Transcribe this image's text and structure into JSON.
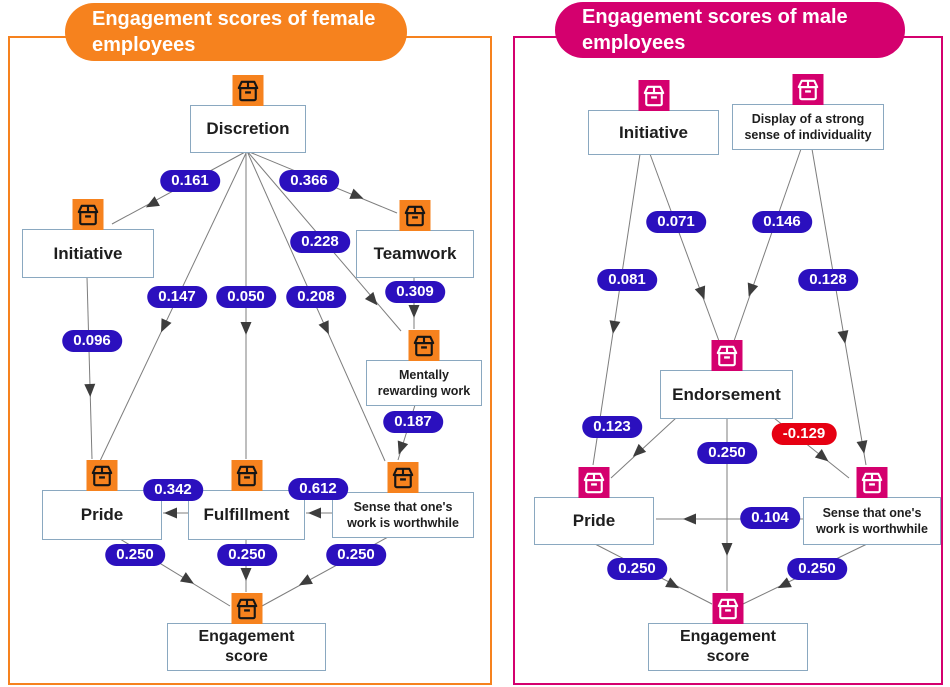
{
  "colors": {
    "female_accent": "#F6821E",
    "male_accent": "#D4006E",
    "coefficient_pill": "#2B10BE",
    "negative_pill": "#E60012"
  },
  "icons": {
    "node_icon": "box-icon"
  },
  "female": {
    "title": "Engagement scores of female\nemployees",
    "nodes": {
      "discretion": "Discretion",
      "initiative": "Initiative",
      "teamwork": "Teamwork",
      "mentally": "Mentally\nrewarding work",
      "pride": "Pride",
      "fulfillment": "Fulfillment",
      "sense": "Sense that one's\nwork is worthwhile",
      "engagement": "Engagement\nscore"
    },
    "edges": [
      {
        "from": "Discretion",
        "to": "Initiative",
        "value": "0.161"
      },
      {
        "from": "Discretion",
        "to": "Teamwork",
        "value": "0.366"
      },
      {
        "from": "Discretion",
        "to": "Mentally rewarding work",
        "value": "0.228"
      },
      {
        "from": "Discretion",
        "to": "Pride",
        "value": "0.147"
      },
      {
        "from": "Discretion",
        "to": "Fulfillment",
        "value": "0.050"
      },
      {
        "from": "Discretion",
        "to": "Sense that one's work is worthwhile",
        "value": "0.208"
      },
      {
        "from": "Teamwork",
        "to": "Mentally rewarding work",
        "value": "0.309"
      },
      {
        "from": "Initiative",
        "to": "Pride",
        "value": "0.096"
      },
      {
        "from": "Mentally rewarding work",
        "to": "Sense that one's work is worthwhile",
        "value": "0.187"
      },
      {
        "from": "Fulfillment",
        "to": "Pride",
        "value": "0.342"
      },
      {
        "from": "Sense that one's work is worthwhile",
        "to": "Fulfillment",
        "value": "0.612"
      },
      {
        "from": "Pride",
        "to": "Engagement score",
        "value": "0.250"
      },
      {
        "from": "Fulfillment",
        "to": "Engagement score",
        "value": "0.250"
      },
      {
        "from": "Sense that one's work is worthwhile",
        "to": "Engagement score",
        "value": "0.250"
      }
    ]
  },
  "male": {
    "title": "Engagement scores of male\nemployees",
    "nodes": {
      "initiative": "Initiative",
      "display": "Display of a strong\nsense of individuality",
      "endorsement": "Endorsement",
      "pride": "Pride",
      "sense": "Sense that one's\nwork is worthwhile",
      "engagement": "Engagement\nscore"
    },
    "edges": [
      {
        "from": "Initiative",
        "to": "Endorsement",
        "value": "0.071"
      },
      {
        "from": "Display of a strong sense of individuality",
        "to": "Endorsement",
        "value": "0.146"
      },
      {
        "from": "Initiative",
        "to": "Pride",
        "value": "0.081"
      },
      {
        "from": "Display of a strong sense of individuality",
        "to": "Sense that one's work is worthwhile",
        "value": "0.128"
      },
      {
        "from": "Endorsement",
        "to": "Pride",
        "value": "0.123"
      },
      {
        "from": "Endorsement",
        "to": "Engagement score",
        "value": "0.250"
      },
      {
        "from": "Endorsement",
        "to": "Sense that one's work is worthwhile",
        "value": "-0.129",
        "negative": true
      },
      {
        "from": "Sense that one's work is worthwhile",
        "to": "Pride",
        "value": "0.104"
      },
      {
        "from": "Pride",
        "to": "Engagement score",
        "value": "0.250"
      },
      {
        "from": "Sense that one's work is worthwhile",
        "to": "Engagement score",
        "value": "0.250"
      }
    ]
  }
}
